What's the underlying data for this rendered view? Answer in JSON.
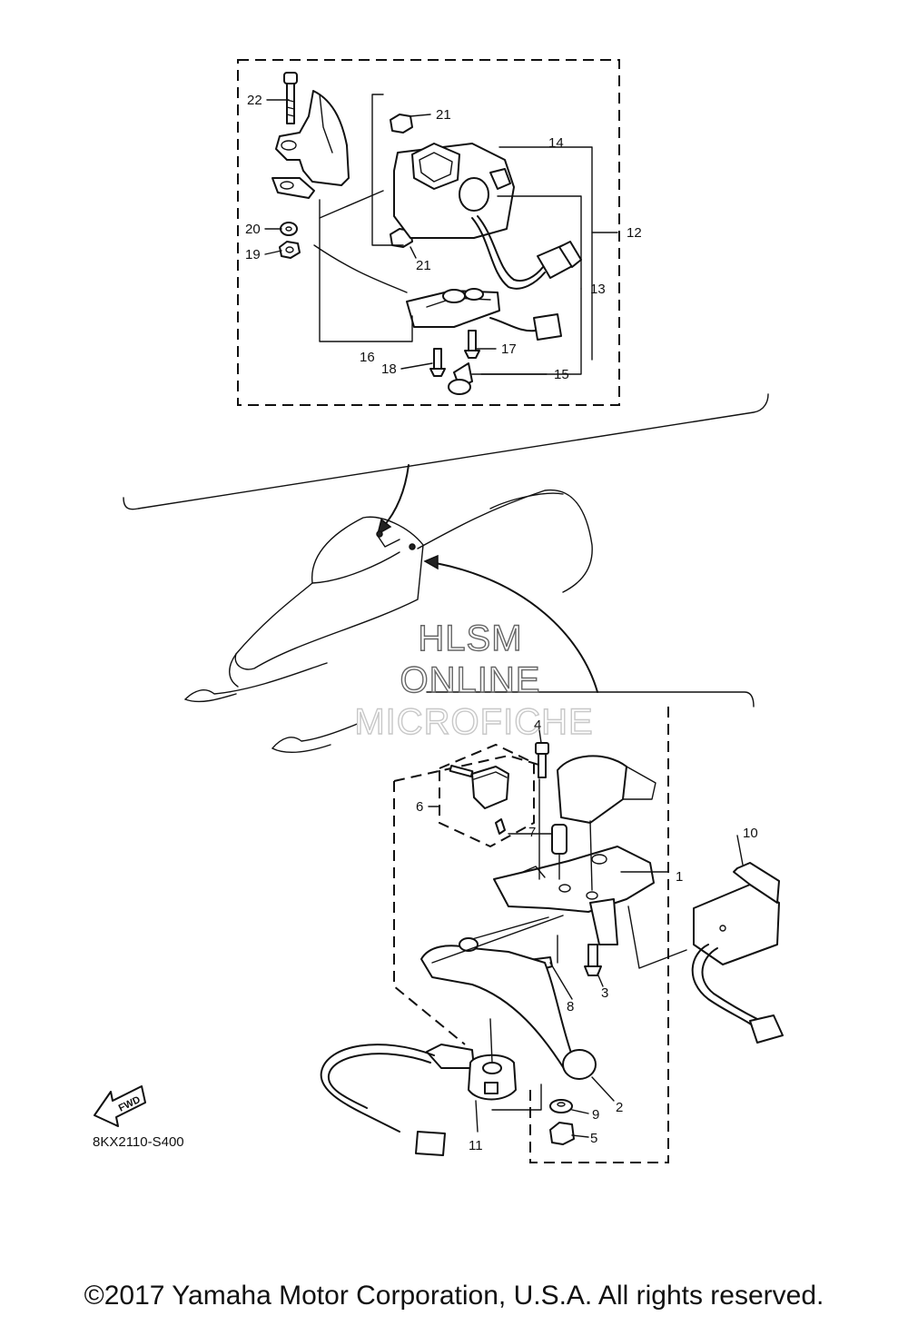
{
  "diagram": {
    "upper_callouts": {
      "c22": "22",
      "c21a": "21",
      "c14": "14",
      "c12": "12",
      "c20": "20",
      "c19": "19",
      "c21b": "21",
      "c13": "13",
      "c16": "16",
      "c17": "17",
      "c18": "18",
      "c15": "15"
    },
    "lower_callouts": {
      "c4": "4",
      "c6": "6",
      "c7": "7",
      "c1": "1",
      "c10": "10",
      "c3": "3",
      "c8": "8",
      "c2": "2",
      "c9": "9",
      "c11": "11",
      "c5": "5"
    },
    "fwd_label": "FWD",
    "figure_code": "8KX2110-S400"
  },
  "watermark": {
    "line1": "HLSM",
    "line2": "ONLINE",
    "line3": "MICROFICHE"
  },
  "copyright": "©2017 Yamaha Motor Corporation, U.S.A. All rights reserved."
}
